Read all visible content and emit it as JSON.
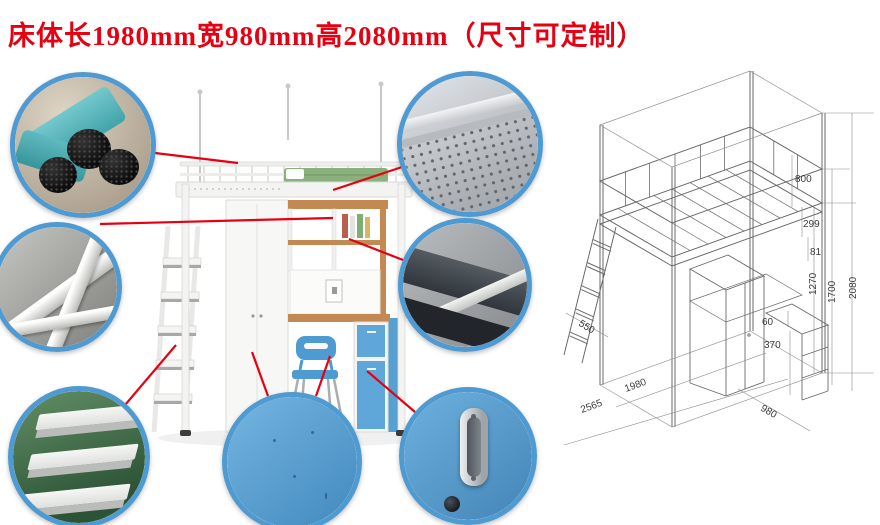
{
  "title": "床体长1980mm宽980mm高2080mm（尺寸可定制）",
  "colors": {
    "accent_red": "#e60012",
    "callout_ring_blue": "#4f9ad0",
    "panel_blue": "#5fa7d8",
    "wood": "#c28a52"
  },
  "callouts": [
    {
      "name": "corner-foot-pads"
    },
    {
      "name": "frame-steel-tubes"
    },
    {
      "name": "ladder-steps"
    },
    {
      "name": "blue-panel-surface"
    },
    {
      "name": "perforated-bed-deck"
    },
    {
      "name": "steel-beam-joint"
    },
    {
      "name": "recessed-door-handle"
    }
  ],
  "diagram": {
    "dimensions": {
      "h800": "800",
      "h299": "299",
      "h81": "81",
      "h1270": "1270",
      "h1700": "1700",
      "h2080": "2080",
      "h60": "60",
      "h370": "370",
      "d550": "550",
      "d1980": "1980",
      "d2565": "2565",
      "w980": "980"
    }
  }
}
